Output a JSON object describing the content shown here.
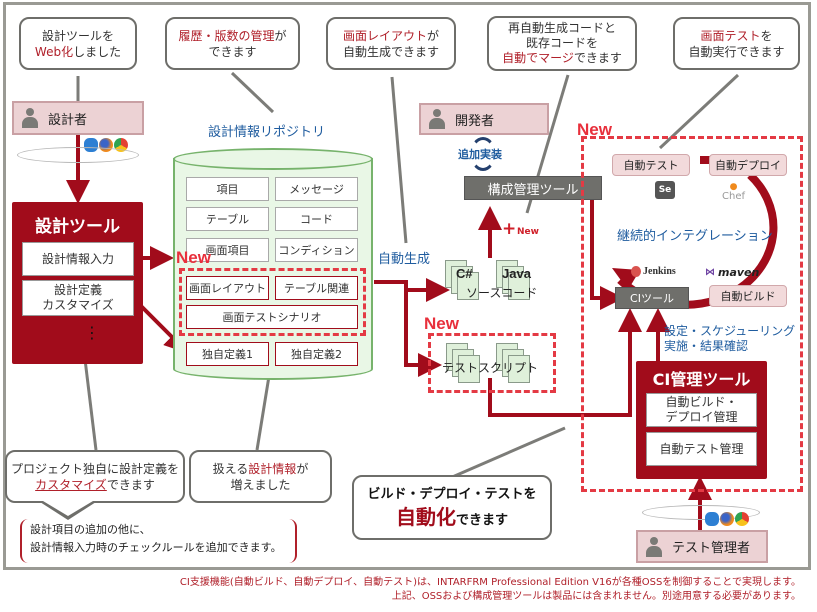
{
  "callouts": {
    "web": {
      "line1": "設計ツールを",
      "line2_red": "Web化",
      "line2_rest": "しました"
    },
    "history": {
      "line1_red": "履歴・版数の管理",
      "line1_rest": "が",
      "line2": "できます"
    },
    "layout": {
      "line1_red": "画面レイアウト",
      "line1_rest": "が",
      "line2": "自動生成できます"
    },
    "merge": {
      "line1": "再自動生成コードと",
      "line2": "既存コードを",
      "line3_red": "自動でマージ",
      "line3_rest": "できます"
    },
    "screentest": {
      "line1_red": "画面テスト",
      "line1_rest": "を",
      "line2": "自動実行できます"
    },
    "customize": {
      "line1": "プロジェクト独自に設計定義を",
      "line2_red": "カスタマイズ",
      "line2_rest": "できます"
    },
    "more_info": {
      "line1_pre": "扱える",
      "line1_red": "設計情報",
      "line1_rest": "が",
      "line2": "増えました"
    },
    "automate": {
      "line1": "ビルド・デプロイ・テストを",
      "line2_red": "自動化",
      "line2_rest": "できます"
    }
  },
  "bracket_note": {
    "line1": "設計項目の追加の他に、",
    "line2": "設計情報入力時のチェックルールを追加できます。"
  },
  "actors": {
    "designer": "設計者",
    "developer": "開発者",
    "test_manager": "テスト管理者"
  },
  "design_tool": {
    "title": "設計ツール",
    "items": [
      "設計情報入力",
      "設計定義\nカスタマイズ"
    ],
    "more": "⋮"
  },
  "repository": {
    "title": "設計情報リポジトリ",
    "cells": [
      "項目",
      "メッセージ",
      "テーブル",
      "コード",
      "画面項目",
      "コンディション"
    ],
    "new_cells": [
      "画面レイアウト",
      "テーブル関連",
      "画面テストシナリオ"
    ],
    "custom_cells": [
      "独自定義1",
      "独自定義2"
    ]
  },
  "labels": {
    "new": "New",
    "auto_gen": "自動生成",
    "add_impl": "追加実装",
    "plus_new": "New",
    "config_mgmt": "構成管理ツール",
    "source_code": "ソースコード",
    "csharp": "C#",
    "java": "Java",
    "test_script": "テストスクリプト",
    "ci_loop": "継続的インテグレーション",
    "ci_tool": "CIツール",
    "settings": "設定・スケジューリング",
    "execute": "実施・結果確認"
  },
  "ci_tags": [
    "自動テスト",
    "自動デプロイ",
    "自動ビルド"
  ],
  "oss_logos": {
    "selenium": "Se",
    "chef": "Chef",
    "jenkins": "Jenkins",
    "maven": "maven"
  },
  "ci_manager": {
    "title": "CI管理ツール",
    "items": [
      "自動ビルド・\nデプロイ管理",
      "自動テスト管理"
    ]
  },
  "footnote": {
    "line1": "CI支援機能(自動ビルド、自動デプロイ、自動テスト)は、INTARFRM Professional Edition V16が各種OSSを制御することで実現します。",
    "line2": "上記、OSSおよび構成管理ツールは製品には含まれません。別途用意する必要があります。"
  },
  "colors": {
    "accent_red": "#a10c1b",
    "new_red": "#e43a44",
    "blue_text": "#1f5c9f",
    "repo_green": "#e9f7e6"
  }
}
